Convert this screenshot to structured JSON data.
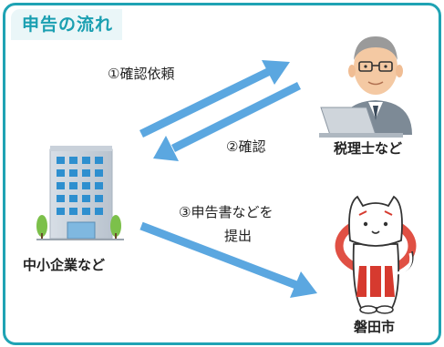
{
  "diagram": {
    "title": "申告の流れ",
    "step1": "①確認依頼",
    "step2": "②確認",
    "step3_line1": "③申告書などを",
    "step3_line2": "提出",
    "actor_company": "中小企業など",
    "actor_tax_accountant": "税理士など",
    "actor_city": "磐田市"
  },
  "colors": {
    "border": "#1fa3b4",
    "title_text": "#1a9fb1",
    "arrow": "#5ba7e0"
  }
}
